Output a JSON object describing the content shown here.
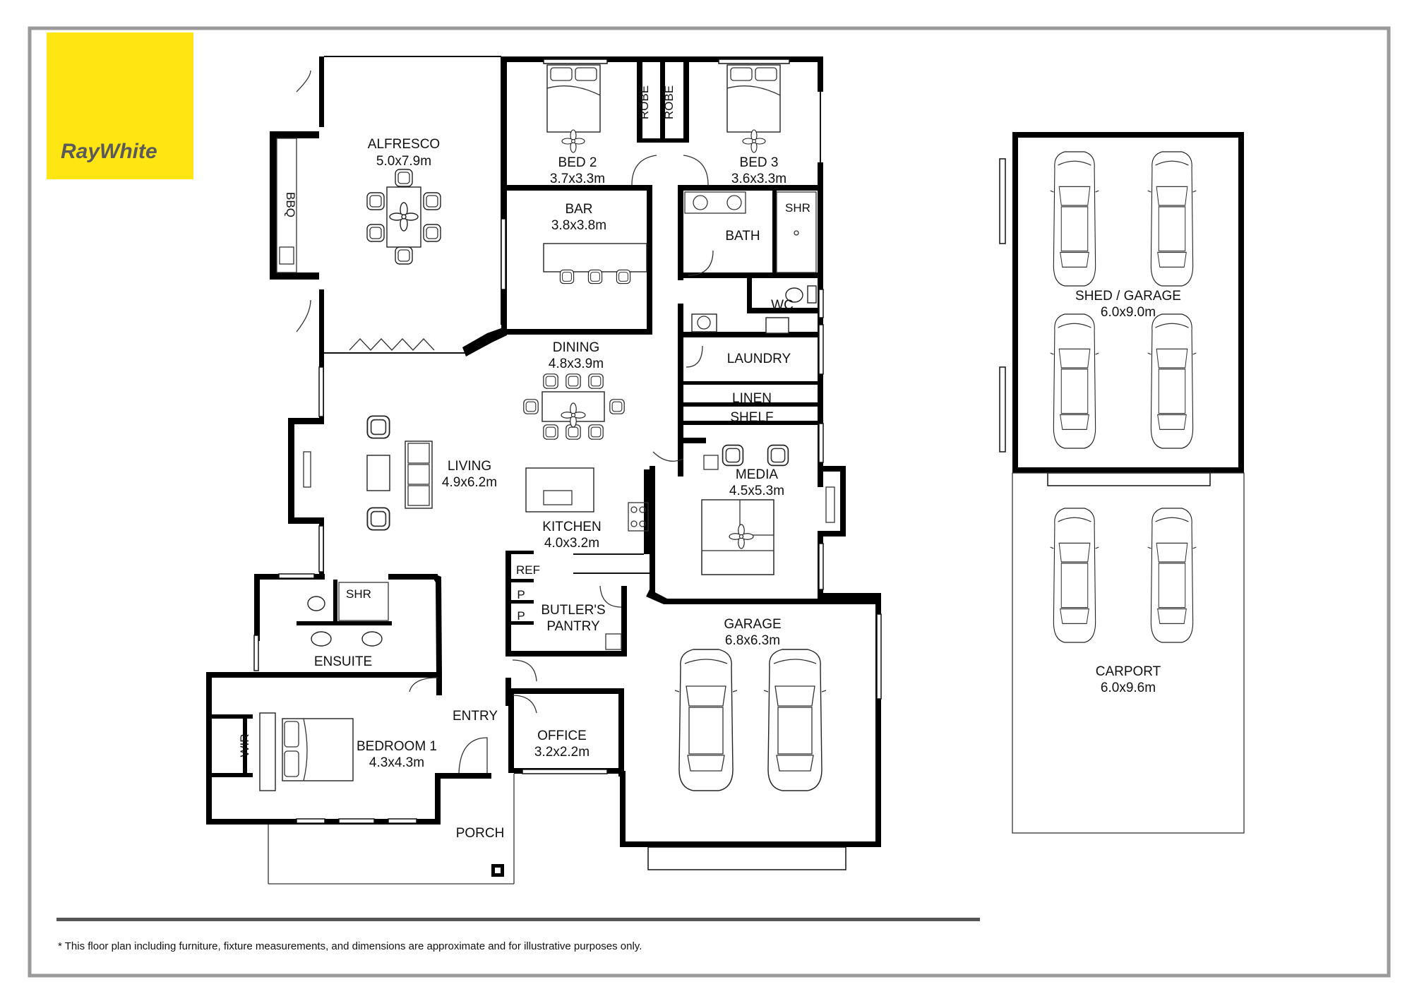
{
  "brand": {
    "name": "RayWhite",
    "color": "#FFE512"
  },
  "rooms": {
    "alfresco": {
      "name": "ALFRESCO",
      "size": "5.0x7.9m"
    },
    "bbq": {
      "name": "BBQ"
    },
    "bed2": {
      "name": "BED 2",
      "size": "3.7x3.3m"
    },
    "bed3": {
      "name": "BED 3",
      "size": "3.6x3.3m"
    },
    "robe_a": {
      "name": "ROBE"
    },
    "robe_b": {
      "name": "ROBE"
    },
    "bar": {
      "name": "BAR",
      "size": "3.8x3.8m"
    },
    "bath": {
      "name": "BATH"
    },
    "shr_bath": {
      "name": "SHR"
    },
    "wc": {
      "name": "WC"
    },
    "laundry": {
      "name": "LAUNDRY"
    },
    "linen": {
      "name": "LINEN"
    },
    "shelf": {
      "name": "SHELF"
    },
    "dining": {
      "name": "DINING",
      "size": "4.8x3.9m"
    },
    "living": {
      "name": "LIVING",
      "size": "4.9x6.2m"
    },
    "kitchen": {
      "name": "KITCHEN",
      "size": "4.0x3.2m"
    },
    "media": {
      "name": "MEDIA",
      "size": "4.5x5.3m"
    },
    "ref": {
      "name": "REF"
    },
    "pantry_p1": {
      "name": "P"
    },
    "pantry_p2": {
      "name": "P"
    },
    "butlers_pantry": {
      "name": "BUTLER'S",
      "name2": "PANTRY"
    },
    "shr_ensuite": {
      "name": "SHR"
    },
    "ensuite": {
      "name": "ENSUITE"
    },
    "garage": {
      "name": "GARAGE",
      "size": "6.8x6.3m"
    },
    "entry": {
      "name": "ENTRY"
    },
    "office": {
      "name": "OFFICE",
      "size": "3.2x2.2m"
    },
    "wir": {
      "name": "WIR"
    },
    "bedroom1": {
      "name": "BEDROOM 1",
      "size": "4.3x4.3m"
    },
    "porch": {
      "name": "PORCH"
    },
    "shed_garage": {
      "name": "SHED / GARAGE",
      "size": "6.0x9.0m"
    },
    "carport": {
      "name": "CARPORT",
      "size": "6.0x9.6m"
    }
  },
  "disclaimer": "* This floor plan including furniture, fixture measurements, and dimensions are approximate and for illustrative purposes only."
}
